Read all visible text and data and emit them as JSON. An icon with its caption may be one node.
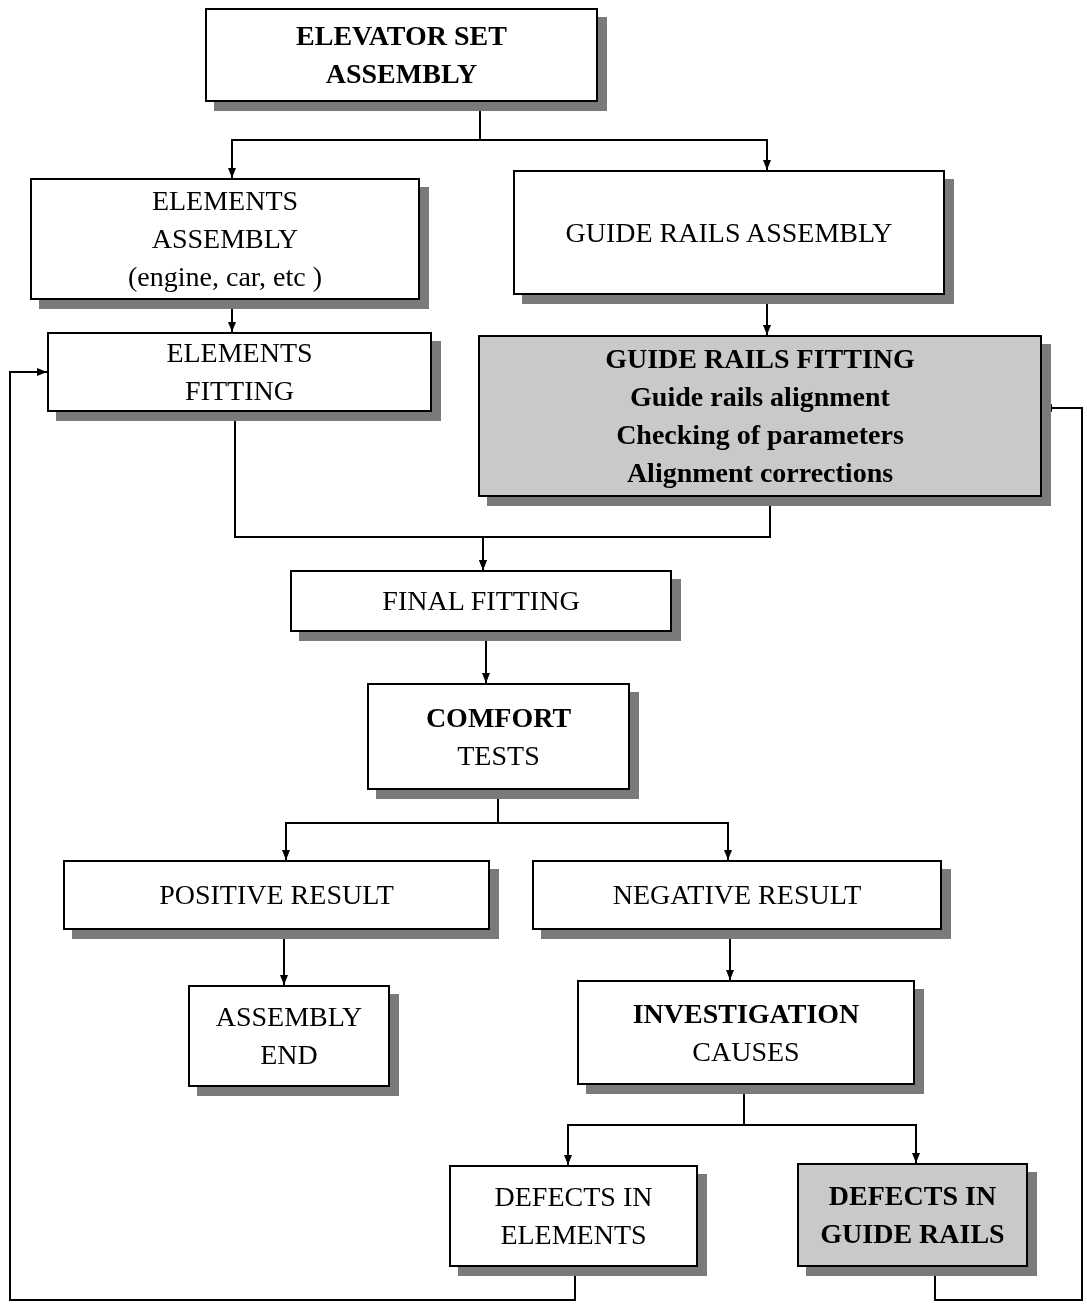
{
  "diagram": {
    "nodes": [
      {
        "text": [
          "ELEVATOR SET ASSEMBLY"
        ]
      },
      {
        "text": [
          "ELEMENTS ASSEMBLY",
          "(engine, car, etc )"
        ]
      },
      {
        "text": [
          "GUIDE RAILS ASSEMBLY"
        ]
      },
      {
        "text": [
          "ELEMENTS FITTING"
        ]
      },
      {
        "text": [
          "GUIDE RAILS FITTING",
          "Guide rails alignment",
          "Checking of parameters",
          "Alignment corrections"
        ]
      },
      {
        "text": [
          "FINAL FITTING"
        ]
      },
      {
        "text": [
          "COMFORT",
          "TESTS"
        ]
      },
      {
        "text": [
          "POSITIVE RESULT"
        ]
      },
      {
        "text": [
          "NEGATIVE RESULT"
        ]
      },
      {
        "text": [
          "ASSEMBLY END"
        ]
      },
      {
        "text": [
          "INVESTIGATION",
          "CAUSES"
        ]
      },
      {
        "text": [
          "DEFECTS IN ELEMENTS"
        ]
      },
      {
        "text": [
          "DEFECTS IN GUIDE RAILS"
        ]
      }
    ],
    "edges": [
      {
        "from": 0,
        "to": 1,
        "arrow": "to"
      },
      {
        "from": 0,
        "to": 2,
        "arrow": "to"
      },
      {
        "from": 1,
        "to": 3,
        "arrow": "to"
      },
      {
        "from": 2,
        "to": 4,
        "arrow": "to"
      },
      {
        "from": 3,
        "to": 5,
        "arrow": "to"
      },
      {
        "from": 4,
        "to": 5,
        "arrow": "to"
      },
      {
        "from": 5,
        "to": 6,
        "arrow": "to"
      },
      {
        "from": 6,
        "to": 7,
        "arrow": "to"
      },
      {
        "from": 6,
        "to": 8,
        "arrow": "to"
      },
      {
        "from": 7,
        "to": 9,
        "arrow": "to"
      },
      {
        "from": 8,
        "to": 10,
        "arrow": "to"
      },
      {
        "from": 10,
        "to": 11,
        "arrow": "to"
      },
      {
        "from": 10,
        "to": 12,
        "arrow": "to"
      },
      {
        "from": 11,
        "to": 3,
        "arrow": "to"
      },
      {
        "from": 12,
        "to": 4,
        "arrow": "to"
      }
    ]
  }
}
